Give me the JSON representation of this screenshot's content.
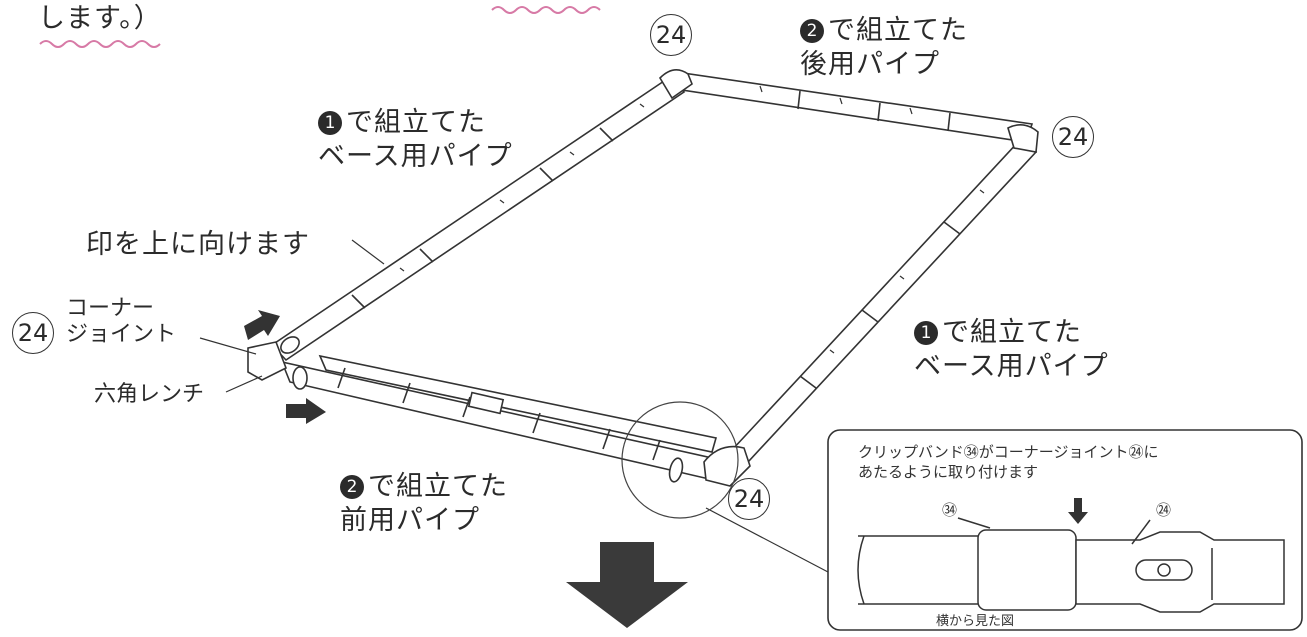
{
  "top_fragment": "します。）",
  "labels": {
    "rear_pipe_num": "2",
    "rear_pipe_line1": "で組立てた",
    "rear_pipe_line2": "後用パイプ",
    "base_pipe_left_num": "1",
    "base_pipe_left_line1": "で組立てた",
    "base_pipe_left_line2": "ベース用パイプ",
    "base_pipe_right_num": "1",
    "base_pipe_right_line1": "で組立てた",
    "base_pipe_right_line2": "ベース用パイプ",
    "front_pipe_num": "2",
    "front_pipe_line1": "で組立てた",
    "front_pipe_line2": "前用パイプ",
    "mark_up": "印を上に向けます",
    "corner_joint_line1": "コーナー",
    "corner_joint_line2": "ジョイント",
    "hex_wrench": "六角レンチ"
  },
  "part_numbers": {
    "corner": "24",
    "clip": "34"
  },
  "inset": {
    "text_line1": "クリップバンド㉞がコーナージョイント㉔に",
    "text_line2": "あたるように取り付けます",
    "label_left": "㉞",
    "label_right": "㉔",
    "caption": "横から見た図"
  },
  "colors": {
    "ink": "#2b2b2b",
    "wavy": "#d77aa6",
    "arrow": "#333333"
  },
  "icons": [
    "down-arrow-icon",
    "right-arrow-icon",
    "small-down-arrow-icon"
  ]
}
